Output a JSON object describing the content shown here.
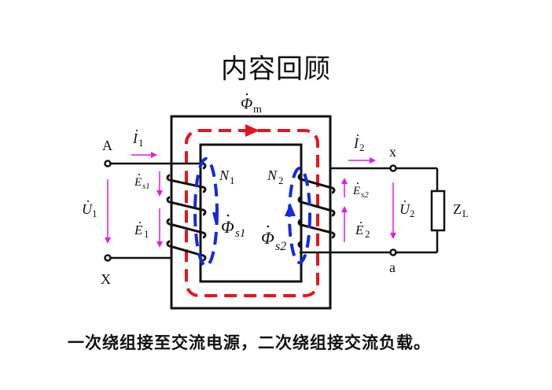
{
  "title": "内容回顾",
  "caption": "一次绕组接至交流电源，二次绕组接交流负载。",
  "colors": {
    "line": "#111111",
    "main_flux": "#e8141c",
    "leakage_flux": "#1428e6",
    "arrows": "#e619e6"
  },
  "diagram": {
    "main_flux": {
      "symbol": "Φ",
      "sub": "m"
    },
    "terminals": {
      "A": "A",
      "X": "X",
      "x": "x",
      "a": "a"
    },
    "primary": {
      "current": {
        "symbol": "I",
        "sub": "1"
      },
      "voltage": {
        "symbol": "U",
        "sub": "1"
      },
      "leak_emf": {
        "symbol": "E",
        "sub": "s1"
      },
      "emf": {
        "symbol": "E",
        "sub": "1"
      },
      "turns": {
        "symbol": "N",
        "sub": "1"
      },
      "leak_flux": {
        "symbol": "Φ",
        "sub": "s1"
      }
    },
    "secondary": {
      "current": {
        "symbol": "I",
        "sub": "2"
      },
      "voltage": {
        "symbol": "U",
        "sub": "2"
      },
      "leak_emf": {
        "symbol": "E",
        "sub": "s2"
      },
      "emf": {
        "symbol": "E",
        "sub": "2"
      },
      "turns": {
        "symbol": "N",
        "sub": "2"
      },
      "leak_flux": {
        "symbol": "Φ",
        "sub": "s2"
      }
    },
    "load": {
      "symbol": "Z",
      "sub": "L"
    }
  }
}
